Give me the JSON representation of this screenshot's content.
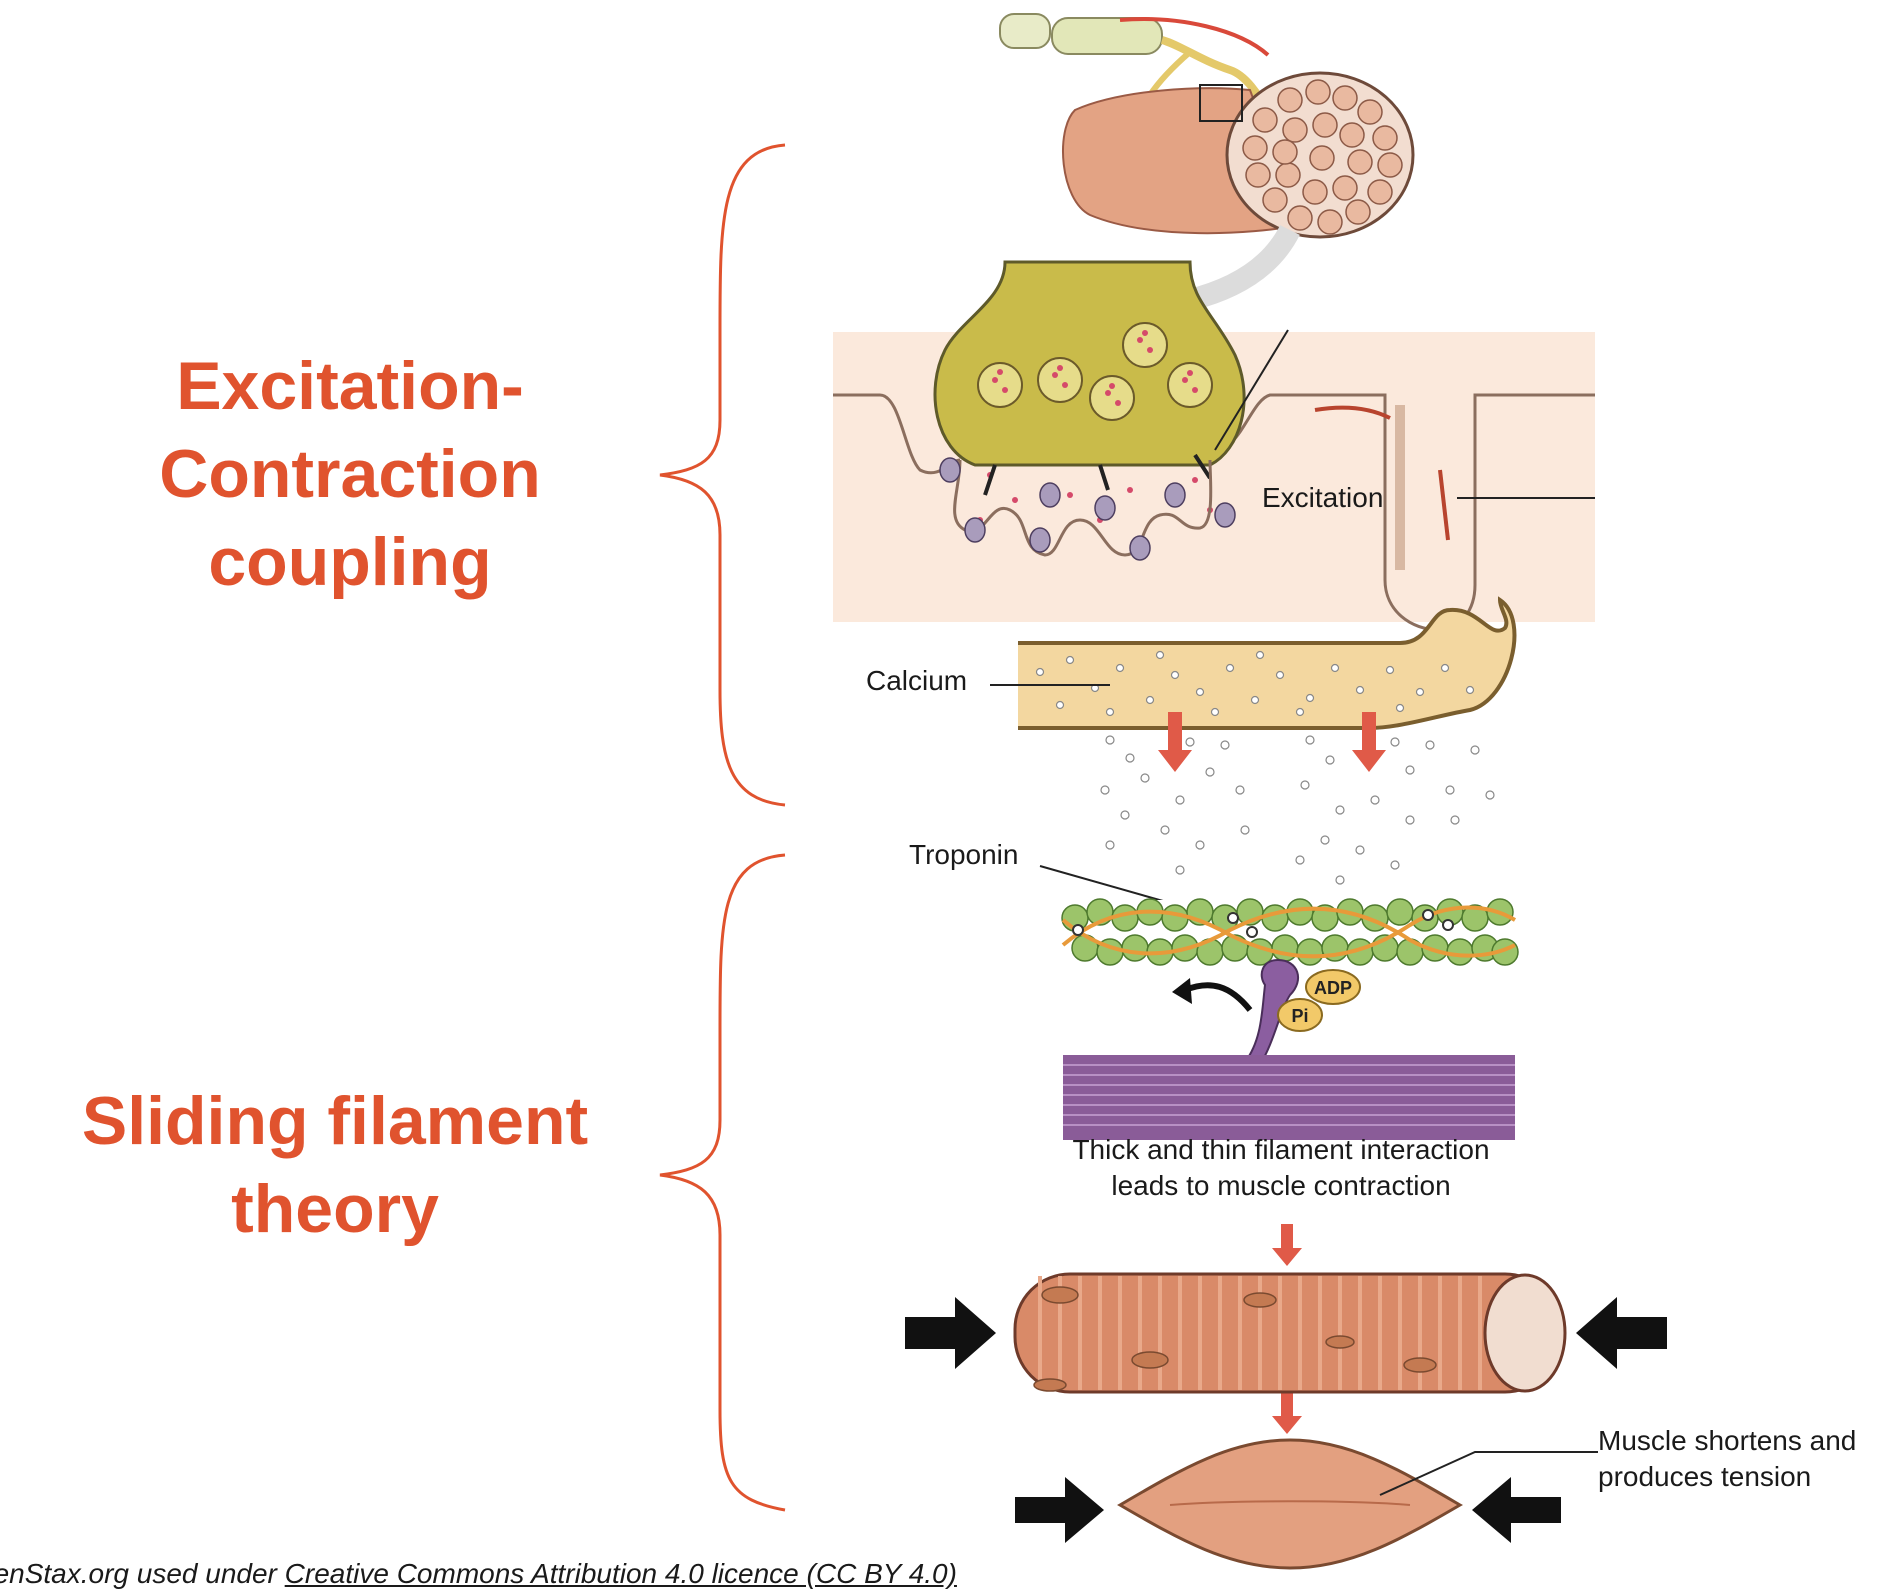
{
  "labels": {
    "ec_line1": "Excitation-",
    "ec_line2": "Contraction",
    "ec_line3": "coupling",
    "sf_line1": "Sliding filament",
    "sf_line2": "theory"
  },
  "diagram": {
    "calcium": "Calcium",
    "troponin": "Troponin",
    "excitation": "Excitation",
    "adp": "ADP",
    "pi": "Pi",
    "caption_line1": "Thick and thin filament interaction",
    "caption_line2": "leads to muscle contraction",
    "shortens_line1": "Muscle shortens and",
    "shortens_line2": "produces tension"
  },
  "credit": {
    "prefix": "penStax.org used under ",
    "link": "Creative Commons Attribution 4.0 licence (CC BY 4.0)"
  },
  "colors": {
    "accent": "#e0532e",
    "muscle": "#d98a68",
    "terminal": "#c9bb4a",
    "actin": "#9cc46a",
    "myosin": "#7a4f8a"
  }
}
